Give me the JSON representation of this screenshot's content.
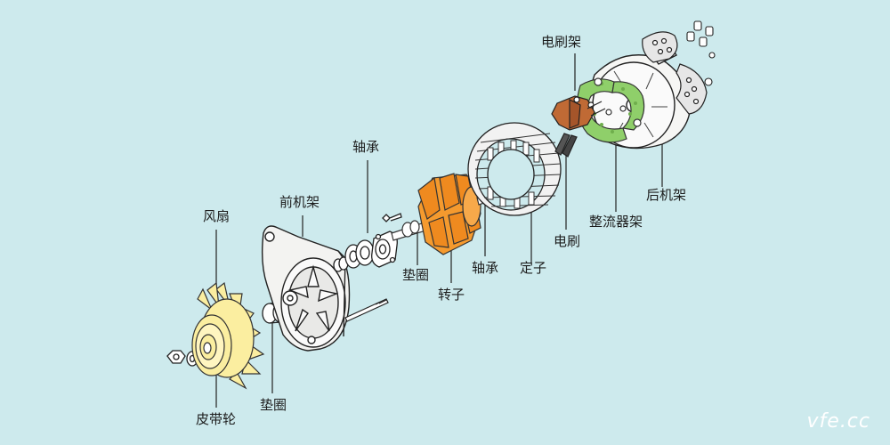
{
  "labels": {
    "fan": "风扇",
    "pulley": "皮带轮",
    "washer_left": "垫圈",
    "front_frame": "前机架",
    "bearing_front": "轴承",
    "washer_rotor": "垫圈",
    "rotor": "转子",
    "bearing_rear": "轴承",
    "stator": "定子",
    "brush": "电刷",
    "brush_holder": "电刷架",
    "rectifier": "整流器架",
    "rear_frame": "后机架"
  },
  "watermark": "vfe.cc",
  "colors": {
    "background": "#cdeaed",
    "fan": "#fbeea0",
    "rotor": "#f59a2e",
    "brush_holder": "#c06a35",
    "rectifier": "#8fcf6a",
    "line": "#222222"
  }
}
